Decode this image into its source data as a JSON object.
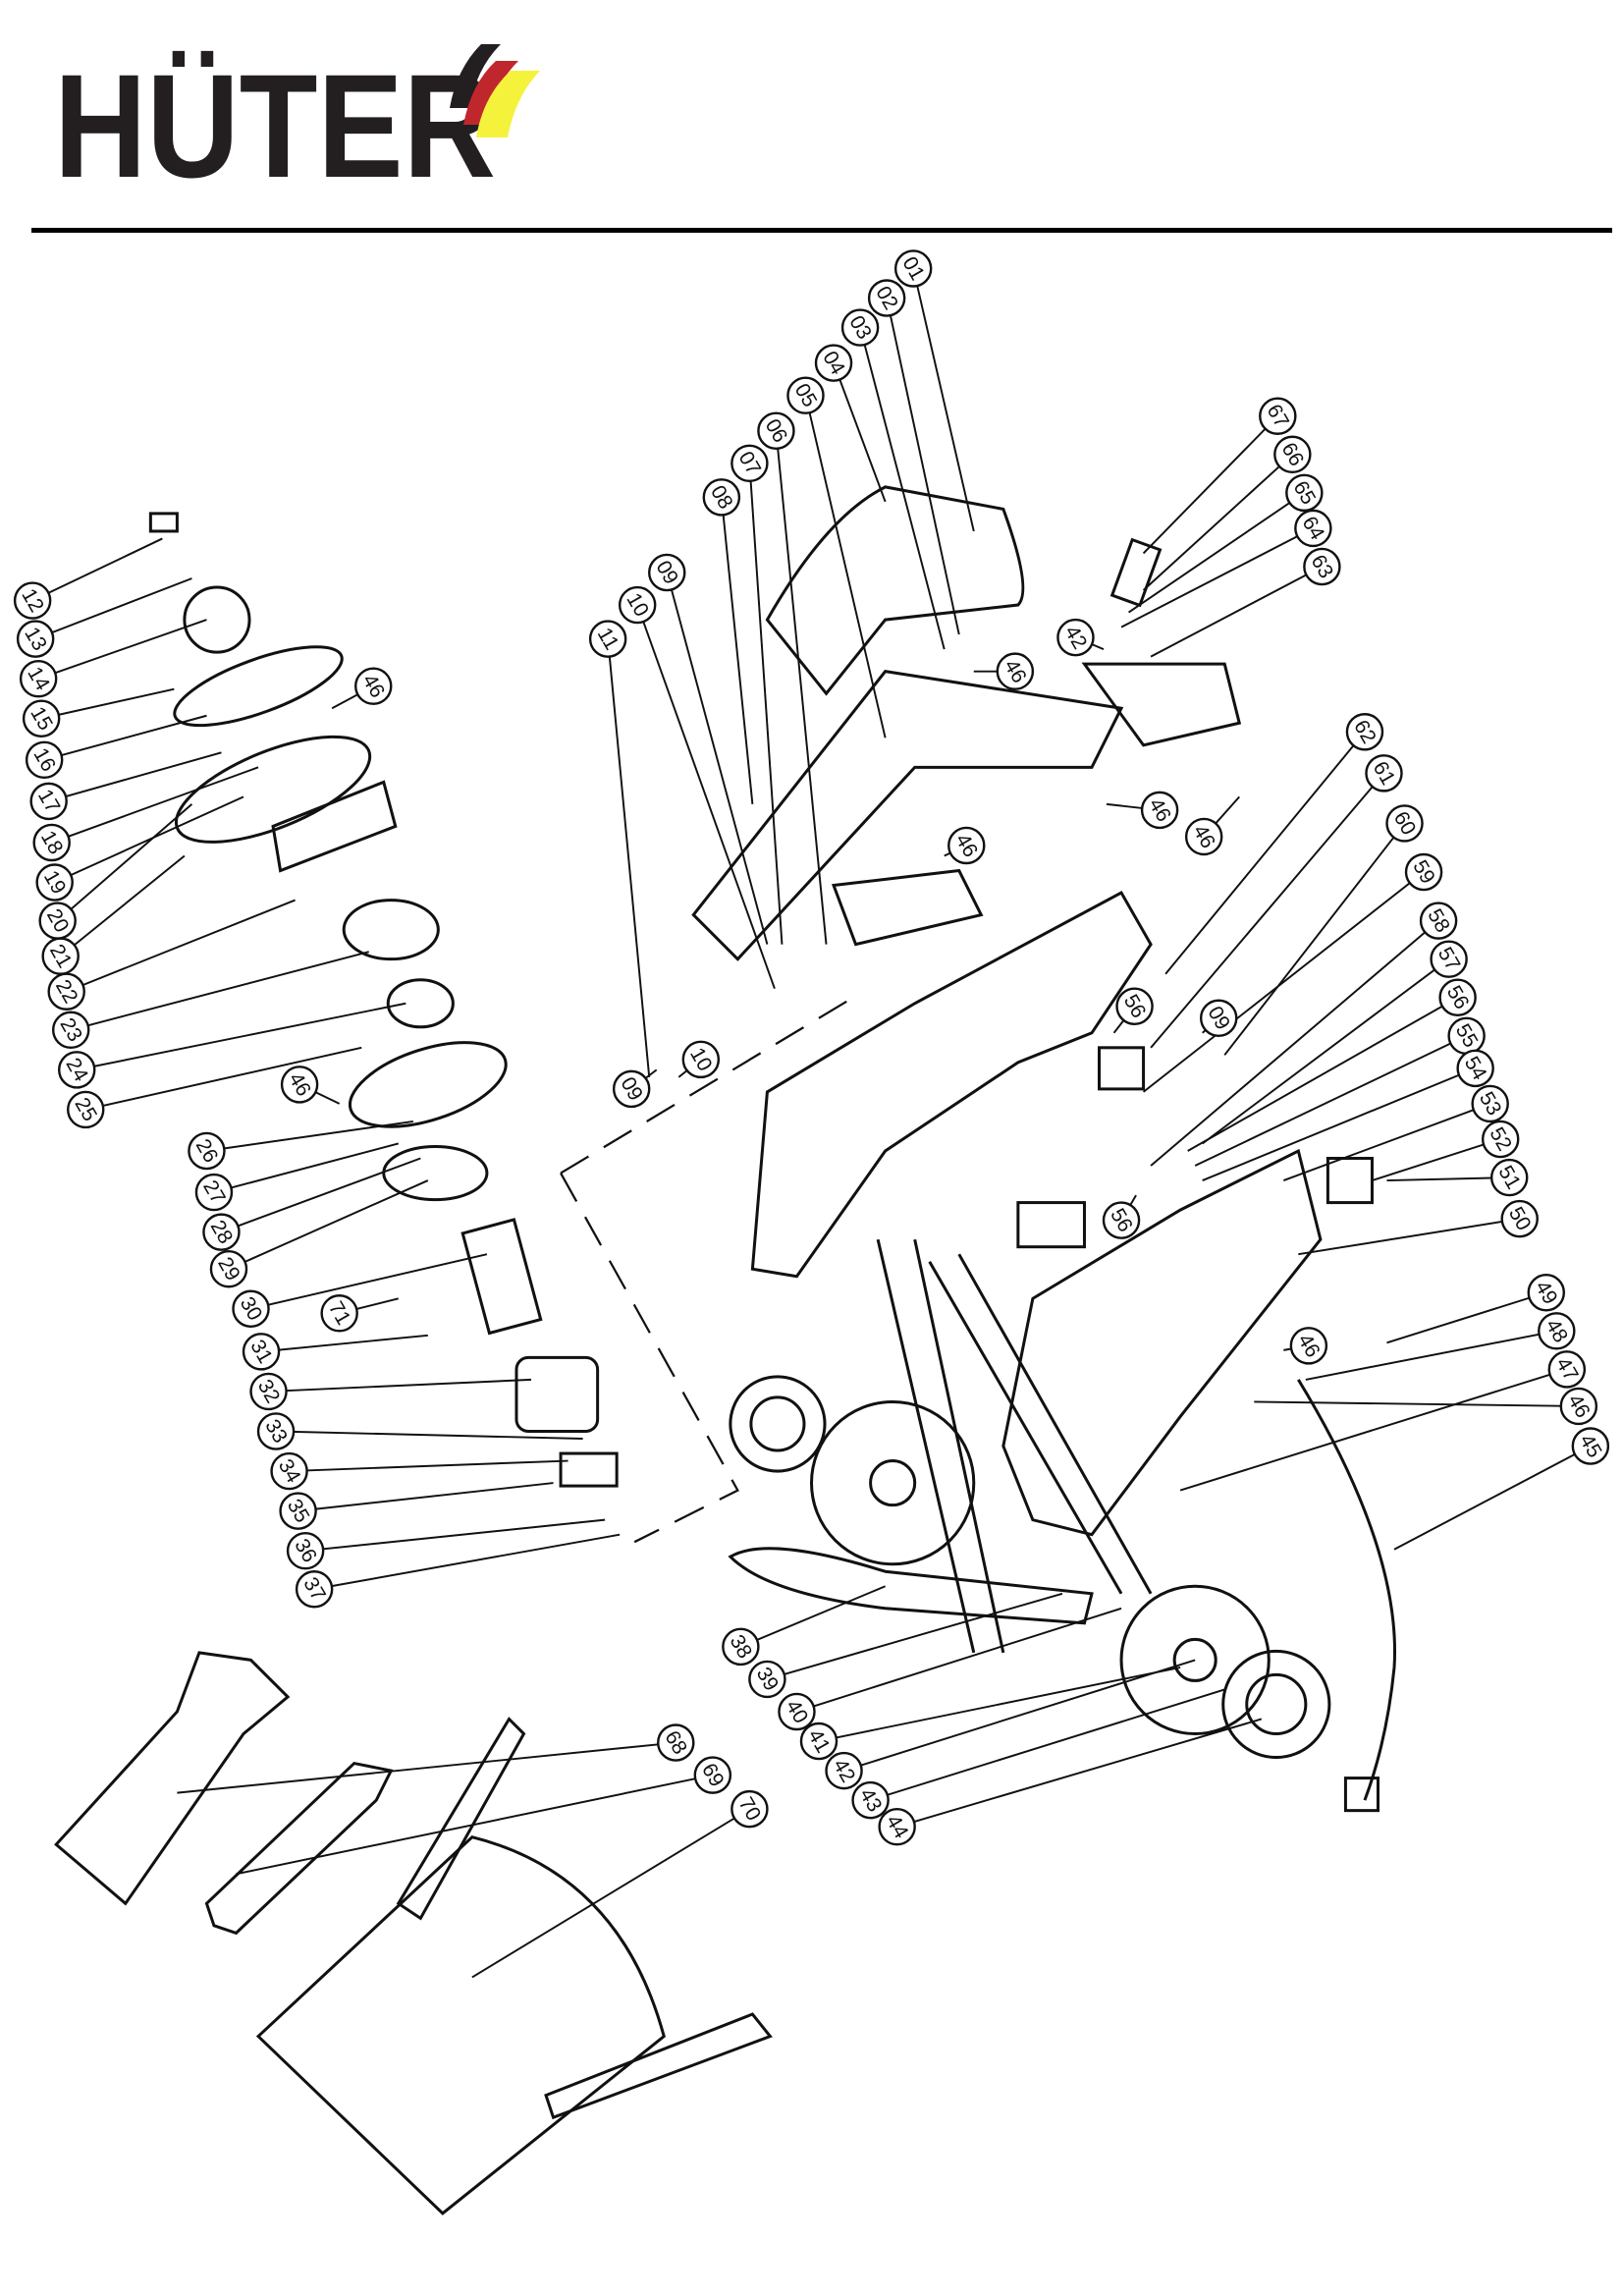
{
  "brand": {
    "name": "HÜTER",
    "colors": {
      "text": "#231f20",
      "red": "#c0272d",
      "yellow": "#f5f23c"
    }
  },
  "labels": [
    "12",
    "13",
    "14",
    "15",
    "16",
    "17",
    "18",
    "19",
    "20",
    "21",
    "22",
    "23",
    "24",
    "25",
    "46",
    "46",
    "26",
    "27",
    "28",
    "29",
    "30",
    "31",
    "32",
    "33",
    "34",
    "35",
    "36",
    "37",
    "71",
    "01",
    "02",
    "03",
    "04",
    "05",
    "06",
    "07",
    "08",
    "09",
    "10",
    "11",
    "67",
    "66",
    "65",
    "64",
    "63",
    "42",
    "46",
    "46",
    "46",
    "46",
    "62",
    "61",
    "60",
    "59",
    "58",
    "57",
    "56",
    "55",
    "54",
    "53",
    "52",
    "51",
    "50",
    "56",
    "09",
    "56",
    "09",
    "10",
    "49",
    "48",
    "47",
    "46",
    "45",
    "46",
    "38",
    "39",
    "40",
    "41",
    "42",
    "43",
    "44",
    "68",
    "69",
    "70"
  ]
}
